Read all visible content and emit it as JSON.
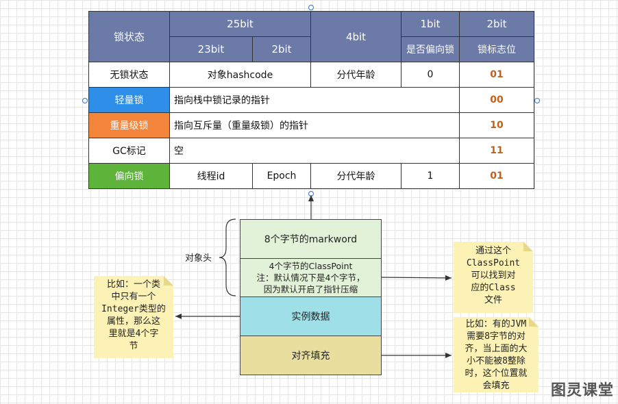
{
  "table": {
    "header": {
      "lock_state": "锁状态",
      "bits25": "25bit",
      "bits23": "23bit",
      "bits2a": "2bit",
      "bits4": "4bit",
      "bits1": "1bit",
      "bits1_desc": "是否偏向锁",
      "bits2b": "2bit",
      "bits2b_desc": "锁标志位"
    },
    "rows": [
      {
        "state": "无锁状态",
        "hashcode": "对象hashcode",
        "age": "分代年龄",
        "biased": "0",
        "flag": "01"
      },
      {
        "state": "轻量锁",
        "content": "指向栈中锁记录的指针",
        "flag": "00"
      },
      {
        "state": "重量级锁",
        "content": "指向互斥量（重量级锁）的指针",
        "flag": "10"
      },
      {
        "state": "GC标记",
        "content": "空",
        "flag": "11"
      },
      {
        "state": "偏向锁",
        "thread": "线程id",
        "epoch": "Epoch",
        "age": "分代年龄",
        "biased": "1",
        "flag": "01"
      }
    ]
  },
  "object_layout": {
    "header_label": "对象头",
    "markword": "8个字节的markword",
    "classpoint_line1": "4个字节的ClassPoint",
    "classpoint_line2": "注：默认情况下是4个字节，",
    "classpoint_line3": "因为默认开启了指针压缩",
    "instance_data": "实例数据",
    "padding": "对齐填充"
  },
  "notes": {
    "classpoint": [
      "通过这个",
      "ClassPoint",
      "可以找到对",
      "应的Class",
      "文件"
    ],
    "instance": [
      "比如：一个类",
      "中只有一个",
      "Integer类型的",
      "属性，那么这",
      "里就是4个字",
      "节"
    ],
    "padding": [
      "比如：有的JVM",
      "需要8字节的对",
      "齐，当上面的大",
      "小不能被8整除",
      "时，这个位置就",
      "会填充"
    ]
  },
  "watermark": "图灵课堂",
  "colors": {
    "header": "#6c7aa8",
    "light_lock": "#2f8fe8",
    "heavy_lock": "#f4863c",
    "biased_lock": "#5eb43a",
    "flag_text": "#c0611a",
    "markword": "#e2f2d8",
    "instance_data": "#9fdfe8",
    "padding": "#e8de9e",
    "note": "#fdf2b5"
  }
}
